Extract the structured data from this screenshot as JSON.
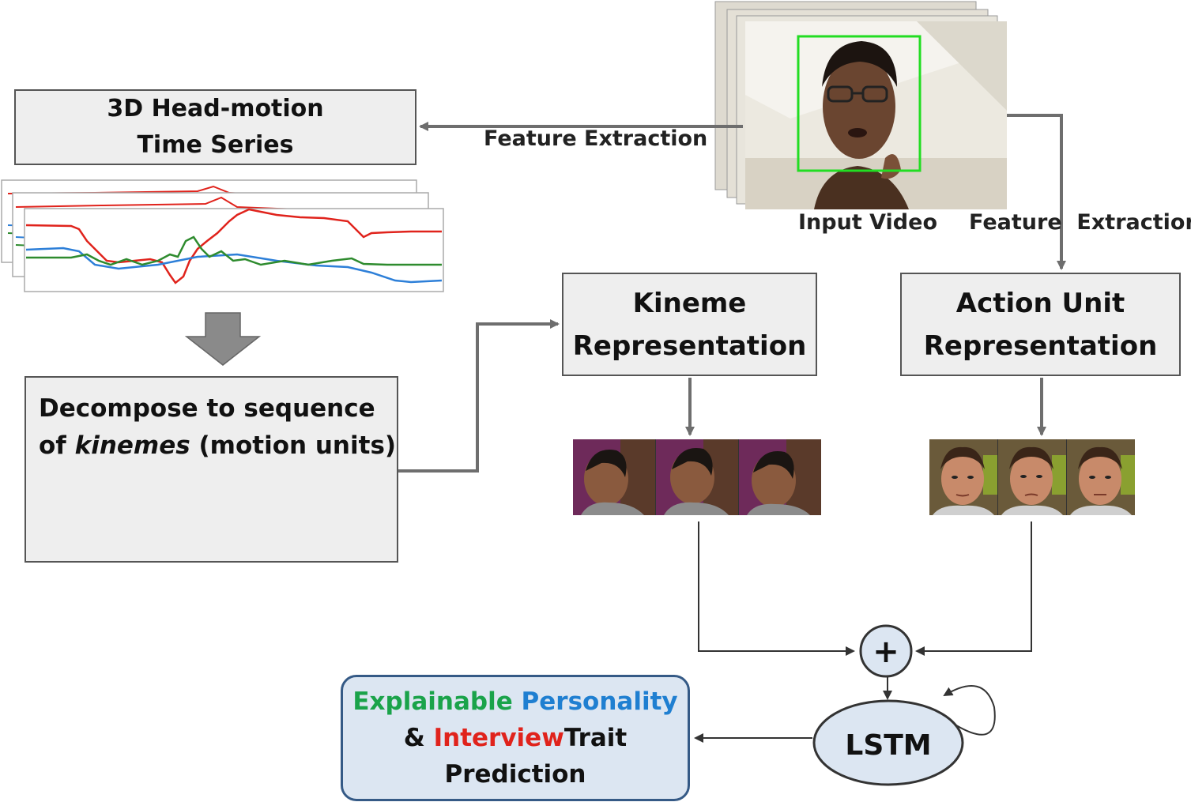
{
  "nodes": {
    "timeseries": {
      "line1": "3D Head-motion",
      "line2": "Time Series"
    },
    "decompose": {
      "part1": "Decompose to sequence",
      "part2": "of ",
      "part3": "kinemes",
      "part4": " (motion units)"
    },
    "kineme": {
      "line1": "Kineme",
      "line2": "Representation"
    },
    "action_unit": {
      "line1": "Action Unit",
      "line2": "Representation"
    },
    "lstm": "LSTM",
    "plus": "+",
    "prediction": {
      "word1": "Explainable",
      "word2": "Personality",
      "word3": "&",
      "word4": "Interview",
      "word5": "Trait",
      "line3": "Prediction"
    }
  },
  "labels": {
    "feature_extraction_left": "Feature Extraction",
    "feature_extraction_right": "Feature  Extraction",
    "input_video": "Input Video",
    "ellipsis": ". . . ."
  },
  "colors": {
    "explainable": "#1aa34a",
    "personality": "#1f7fd1",
    "interview": "#e0231c",
    "series_red": "#e0231c",
    "series_blue": "#2d7fd8",
    "series_green": "#2e8b2e",
    "face_box": "#22dd22",
    "arrow": "#6e6e6e",
    "prediction_fill": "#dce6f2",
    "lstm_fill": "#dce6f2"
  }
}
